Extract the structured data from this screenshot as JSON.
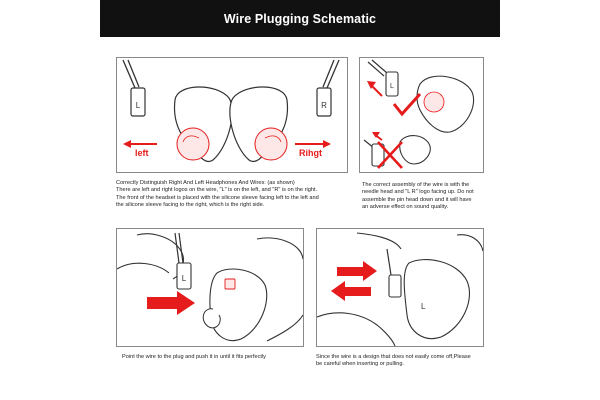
{
  "header": {
    "title": "Wire Plugging Schematic"
  },
  "colors": {
    "banner": "#111111",
    "accent": "#e61b1b",
    "line": "#333333"
  },
  "panel1": {
    "wire_left_mark": "L",
    "wire_right_mark": "R",
    "left_label": "left",
    "right_label": "Rihgt"
  },
  "panel2": {
    "wire_mark": "L"
  },
  "panel3": {
    "wire_mark": "L"
  },
  "panel4": {
    "ear_mark": "L"
  },
  "captions": {
    "identify": [
      "Correctly Distinguish Right And Left Headphones And Wires: (as shown)",
      "There are left and right logos on the wire, \"L\" is on the left, and \"R\" is on the right.",
      "The front of the headset is placed with the silicone sleeve facing left to the left and",
      "the silicone sleeve facing to the right, which is the right side."
    ],
    "assembly": [
      "The correct assembly of the wire is with the",
      "needle head and \"L R\" logo facing up. Do not",
      "assemble the pin head down and it will have",
      "an adverse effect on sound quality."
    ],
    "plug": [
      "Point the wire to the plug and push it in until it fits perfectly"
    ],
    "careful": [
      "Since the wire is a design that does not easily come off,Please",
      "be careful when inserting or pulling."
    ]
  }
}
